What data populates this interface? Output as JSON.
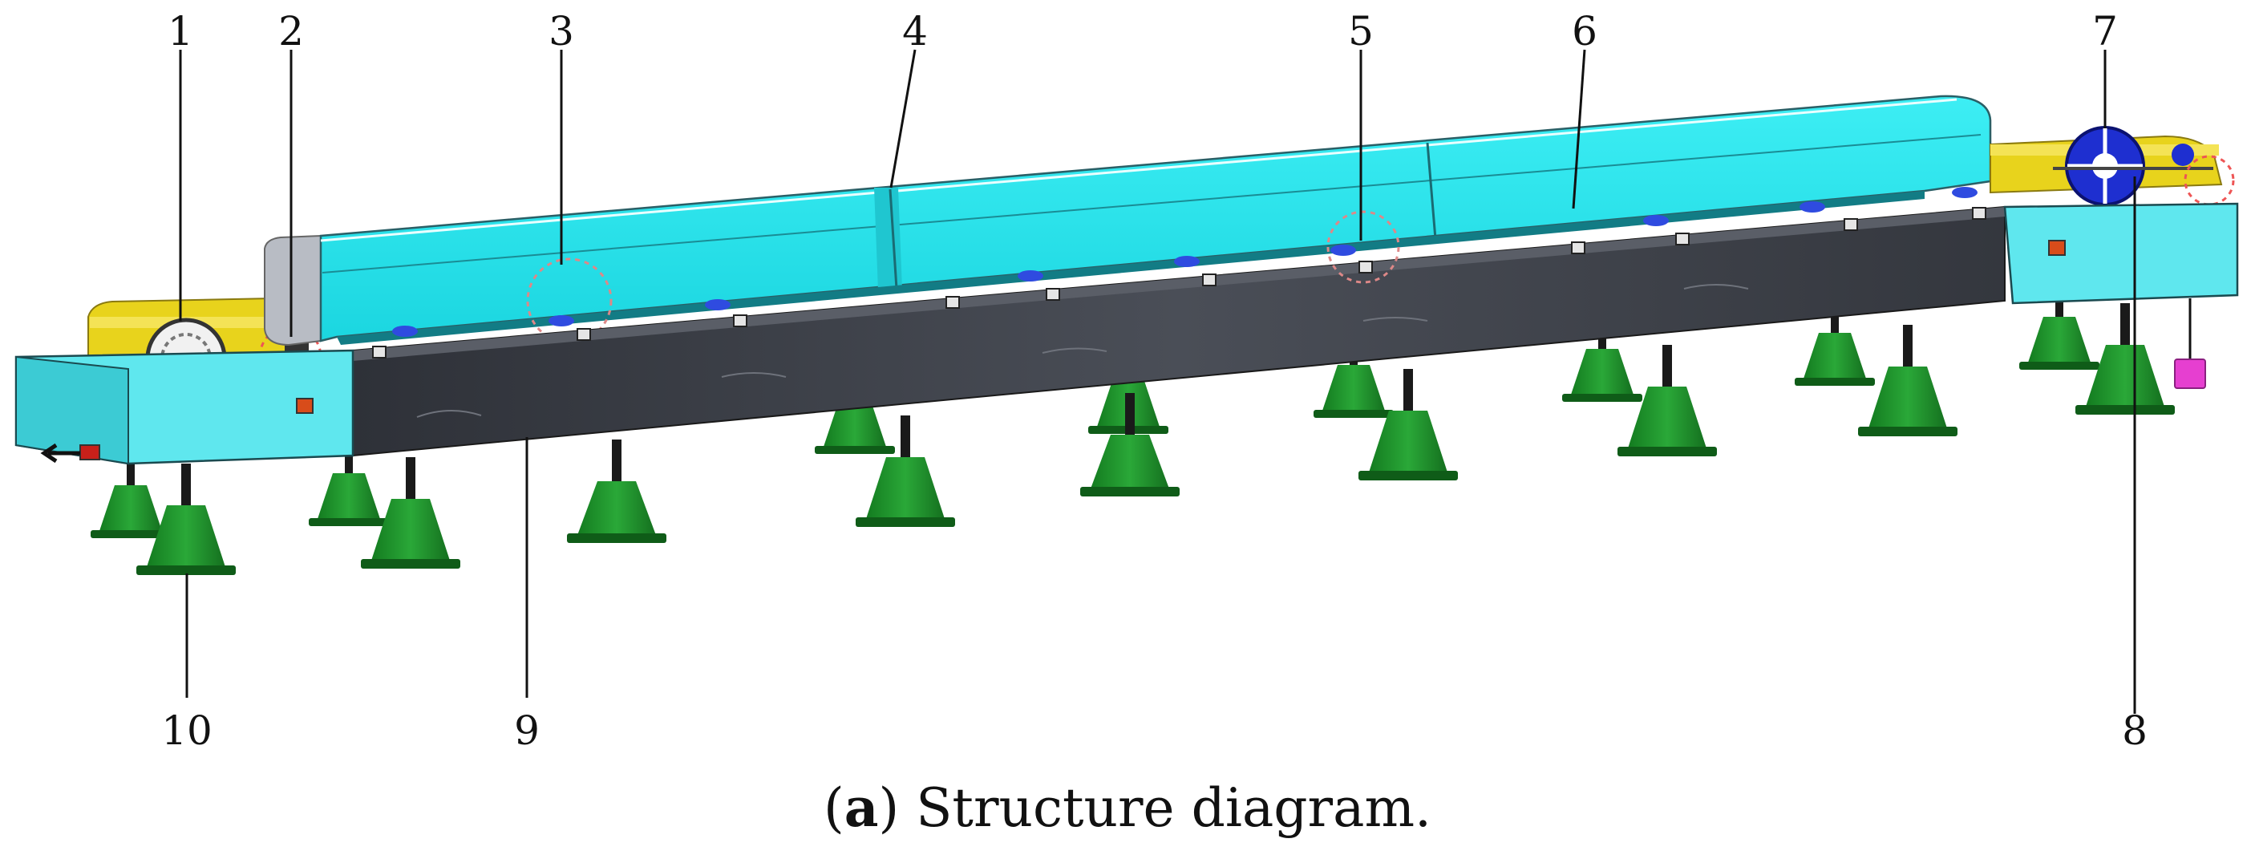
{
  "figure": {
    "callouts": [
      {
        "id": "1",
        "text": "1"
      },
      {
        "id": "2",
        "text": "2"
      },
      {
        "id": "3",
        "text": "3"
      },
      {
        "id": "4",
        "text": "4"
      },
      {
        "id": "5",
        "text": "5"
      },
      {
        "id": "6",
        "text": "6"
      },
      {
        "id": "7",
        "text": "7"
      },
      {
        "id": "8",
        "text": "8"
      },
      {
        "id": "9",
        "text": "9"
      },
      {
        "id": "10",
        "text": "10"
      }
    ],
    "caption": {
      "label": "a",
      "text": " Structure diagram."
    },
    "colors": {
      "cover": "#22E5EE",
      "cover_dark": "#16B9C2",
      "drive_housing": "#E8D31C",
      "frame_dark": "#3A3D44",
      "support_feet": "#1F8A2A",
      "wheel": "#1E2FD0",
      "weight": "#E63FD0",
      "end_box": "#5FE7EE"
    }
  }
}
